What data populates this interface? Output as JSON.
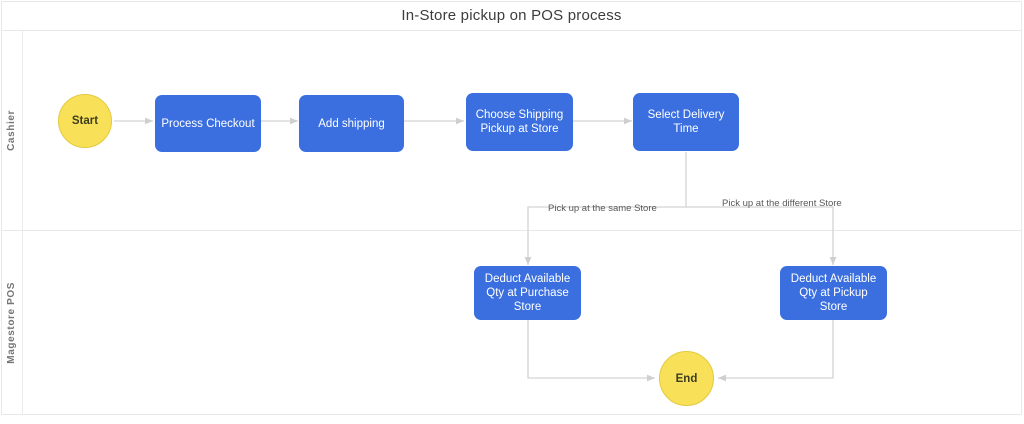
{
  "diagram": {
    "title": "In-Store pickup on POS process",
    "colors": {
      "node_blue": "#3b6fe0",
      "terminator_yellow": "#f8e158",
      "terminator_border": "#e3c93f",
      "edge_gray": "#d3d3d3",
      "lane_border": "#e8e8e8",
      "lane_label": "#757575",
      "title_text": "#3c3c3c",
      "edge_label_text": "#585858"
    },
    "lanes": [
      {
        "id": "cashier",
        "label": "Cashier"
      },
      {
        "id": "magestore-pos",
        "label": "Magestore POS"
      }
    ],
    "nodes": [
      {
        "id": "start",
        "label": "Start",
        "type": "terminator",
        "lane": "cashier"
      },
      {
        "id": "process-checkout",
        "label": "Process Checkout",
        "type": "process",
        "lane": "cashier"
      },
      {
        "id": "add-shipping",
        "label": "Add shipping",
        "type": "process",
        "lane": "cashier"
      },
      {
        "id": "choose-shipping",
        "label": "Choose Shipping Pickup at Store",
        "type": "process",
        "lane": "cashier"
      },
      {
        "id": "select-delivery",
        "label": "Select Delivery Time",
        "type": "process",
        "lane": "cashier"
      },
      {
        "id": "deduct-purchase",
        "label": "Deduct Available Qty at Purchase Store",
        "type": "process",
        "lane": "magestore-pos"
      },
      {
        "id": "deduct-pickup",
        "label": "Deduct Available Qty at Pickup Store",
        "type": "process",
        "lane": "magestore-pos"
      },
      {
        "id": "end",
        "label": "End",
        "type": "terminator",
        "lane": "magestore-pos"
      }
    ],
    "edge_labels": [
      {
        "id": "same-store",
        "text": "Pick up at the same Store"
      },
      {
        "id": "different-store",
        "text": "Pick up at the different Store"
      }
    ]
  }
}
